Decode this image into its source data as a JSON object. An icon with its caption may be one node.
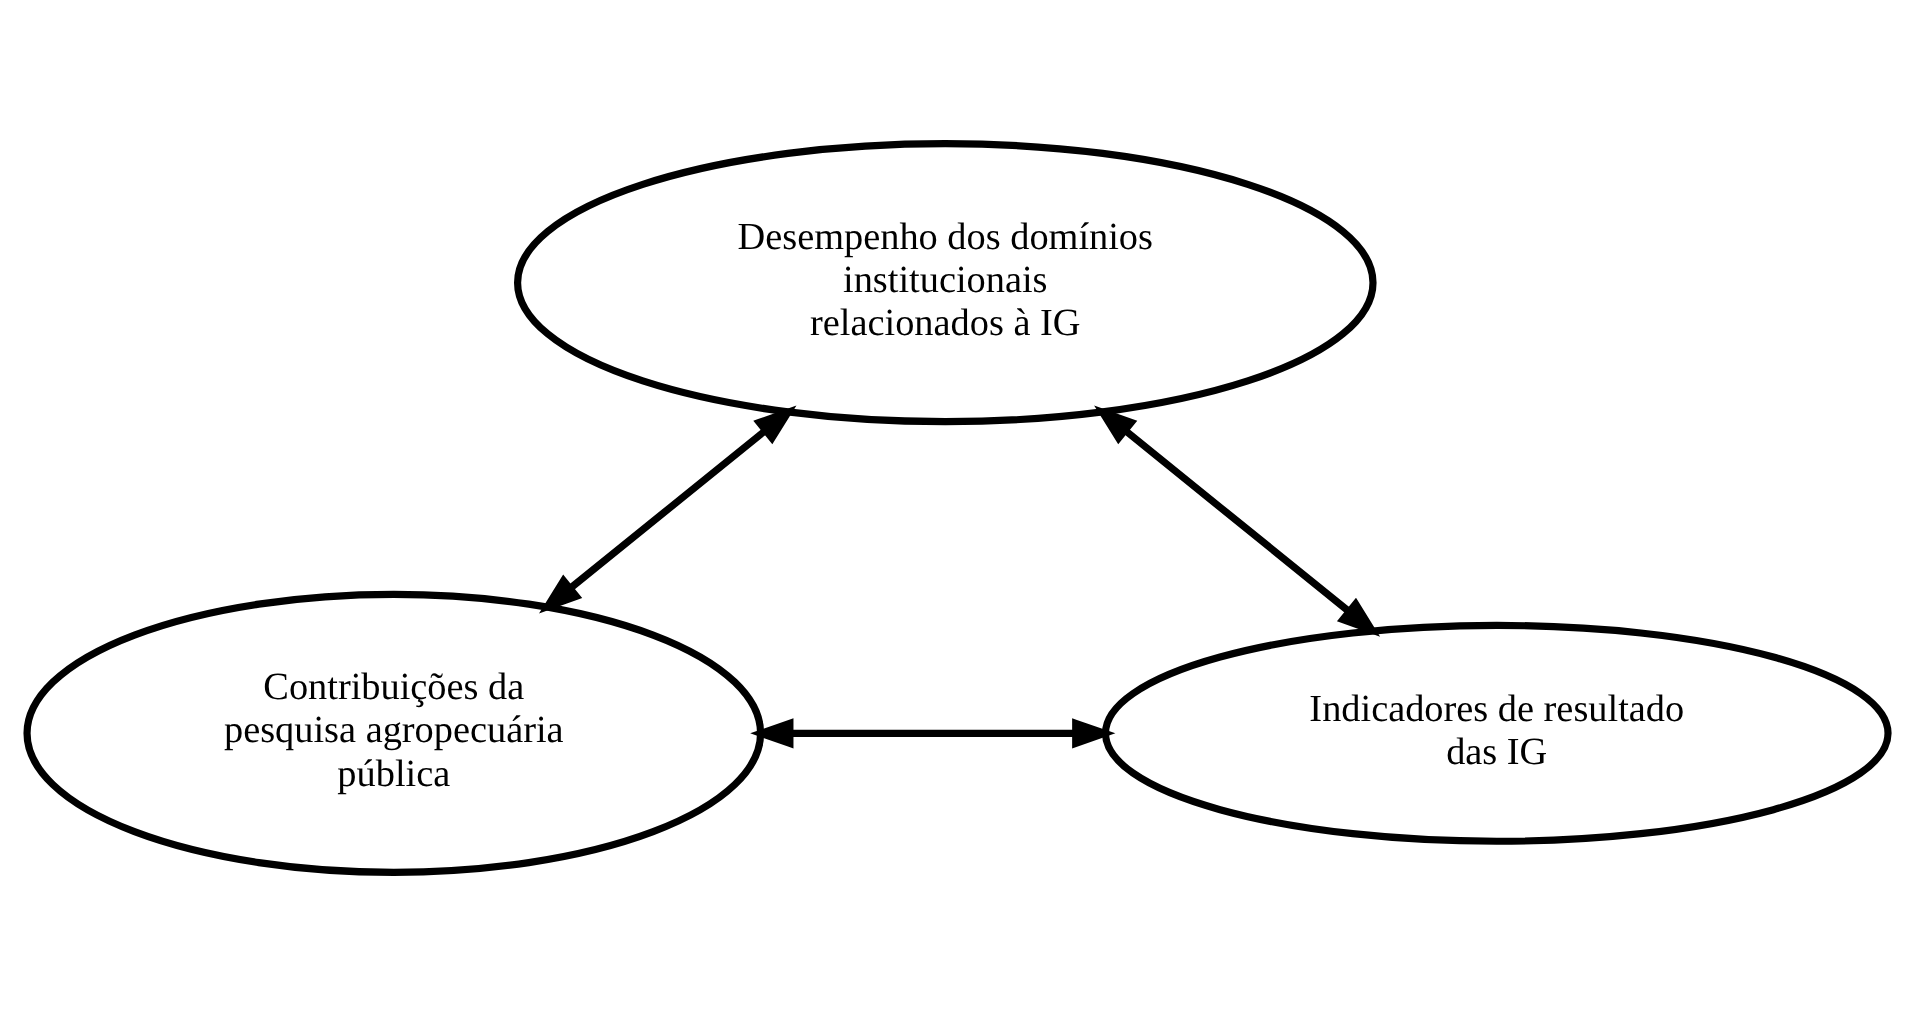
{
  "diagram": {
    "nodes": [
      {
        "text": [
          "Desempenho dos domínios institucionais relacionados à IG"
        ]
      },
      {
        "text": [
          "Contribuições da pesquisa agropecuária pública"
        ]
      },
      {
        "text": [
          "Indicadores de resultado das IG"
        ]
      }
    ],
    "edges": [
      {
        "from": 0,
        "to": 1,
        "arrow": "both"
      },
      {
        "from": 0,
        "to": 2,
        "arrow": "both"
      },
      {
        "from": 1,
        "to": 2,
        "arrow": "both"
      }
    ]
  }
}
